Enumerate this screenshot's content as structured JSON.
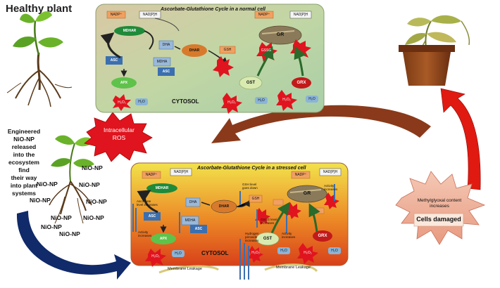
{
  "title_healthy": "Healthy plant",
  "side_description": [
    "Engineered",
    "NiO-NP",
    "released",
    "into the",
    "ecosystem",
    "find",
    "their way",
    "into plant",
    "systems"
  ],
  "np_labels": [
    "NiO-NP",
    "NiO-NP",
    "NiO-NP",
    "NiO-NP",
    "NiO-NP",
    "NiO-NP",
    "NiO-NP",
    "NiO-NP"
  ],
  "ros_label": [
    "Intracellular",
    "ROS"
  ],
  "normal_cell": {
    "title": "Ascorbate-Glutathione Cycle in a normal cell",
    "cytosol": "CYTOSOL",
    "nadp_left": "NADP⁺",
    "nadph_left": "NAD[P]H",
    "nadp_right": "NADP⁺",
    "nadph_right": "NAD[P]H",
    "mdhar": "MDHAR",
    "dha": "DHA",
    "dhar": "DHAR",
    "mdha": "MDHA",
    "asc1": "ASC",
    "asc2": "ASC",
    "apx": "APX",
    "gr": "GR",
    "gsh": "GSH",
    "gssg": "GSSG",
    "gst": "GST",
    "grx": "GRX",
    "h2o2_1": "H₂O₂",
    "h2o_1": "H₂O",
    "h2o2_2": "H₂O₂",
    "h2o_2": "H₂O",
    "h2o2_3": "H₂O₂",
    "h2o_3": "H₂O"
  },
  "stressed_cell": {
    "title": "Ascorbate-Glutathione Cycle in a stressed cell",
    "cytosol": "CYTOSOL",
    "nadp_left": "NADP⁺",
    "nadph_left": "NAD[P]H",
    "nadp_right": "NADP⁺",
    "nadph_right": "NAD[P]H",
    "mdhar": "MDHAR",
    "dha": "DHA",
    "dhar": "DHAR",
    "mdha": "MDHA",
    "asc1": "ASC",
    "asc2": "ASC",
    "apx": "APX",
    "gr": "GR",
    "gsh": "GSH",
    "gst": "GST",
    "grx": "GRX",
    "h2o2_1": "H₂O₂",
    "h2o_1": "H₂O",
    "h2o2_2": "H₂O₂",
    "h2o_2": "H₂O",
    "h2o2_3": "H₂O₂",
    "h2o_3": "H₂O",
    "note_asc_level": "Ascorbate level increases",
    "note_activity_apx": "Activity increases",
    "note_gsh_level": "GSH level goes down",
    "note_gssg_level": "GSSG level increases",
    "note_activity_gr": "Activity increases",
    "note_h2o2": "Hydrogen peroxide increases",
    "note_activity_gst": "Activity increases",
    "membrane_leakage_1": "Membrane Leakage",
    "membrane_leakage_2": "Membrane Leakage"
  },
  "damage": {
    "text1": "Methylglyoxal content increases",
    "text2": "Cells damaged"
  },
  "colors": {
    "normal_bg": "#c8d7a8",
    "stressed_bg_top": "#f0e04a",
    "stressed_bg_bottom": "#d63a12",
    "mdhar": "#1f8a3a",
    "dhar": "#d87a2c",
    "apx": "#5fc24a",
    "gr": "#8a7a5a",
    "grx": "#c21a1a",
    "ros": "#e0141e",
    "asc_box": "#3b6fb0",
    "arrow_red": "#e01a10",
    "arrow_brown": "#8a3a1a",
    "arrow_navy": "#102a6a"
  }
}
